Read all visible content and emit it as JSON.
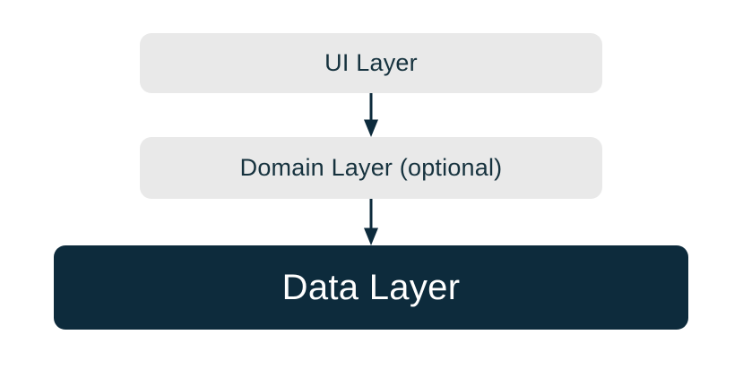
{
  "diagram": {
    "nodes": [
      {
        "id": "ui-layer",
        "label": "UI Layer",
        "style": "light"
      },
      {
        "id": "domain-layer",
        "label": "Domain Layer (optional)",
        "style": "light"
      },
      {
        "id": "data-layer",
        "label": "Data Layer",
        "style": "dark"
      }
    ],
    "connections": [
      {
        "from": "ui-layer",
        "to": "domain-layer",
        "type": "arrow-down"
      },
      {
        "from": "domain-layer",
        "to": "data-layer",
        "type": "arrow-down"
      }
    ],
    "colors": {
      "background": "#FFFFFF",
      "node_light_bg": "#E9E9E9",
      "node_dark_bg": "#0D2B3C",
      "text_dark": "#16323E",
      "text_light": "#FFFFFF",
      "arrow": "#0D2B3C"
    }
  }
}
